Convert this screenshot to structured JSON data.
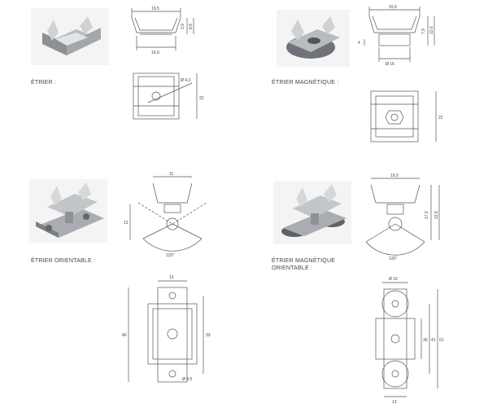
{
  "products": [
    {
      "label": "ÉTRIER :"
    },
    {
      "label": "ÉTRIER MAGNÉTIQUE :"
    },
    {
      "label": "ÉTRIER ORIENTABLE :"
    },
    {
      "label_line1": "ÉTRIER MAGNÉTIQUE",
      "label_line2": "ORIENTABLE :"
    }
  ],
  "dims": {
    "etrier": {
      "top_width": "19,5",
      "height_outer": "8,8",
      "height_inner": "3,9",
      "bottom_width": "16,9",
      "hole": "Ø 4,2",
      "length": "22"
    },
    "etrier_magnetique": {
      "top_width": "19,9",
      "height_outer": "12,6",
      "height_inner": "7,9",
      "small": "4",
      "diameter": "Ø 16",
      "length": "22"
    },
    "etrier_orientable": {
      "top_width": "11",
      "height": "13",
      "angle": "120°",
      "base_width": "13",
      "length": "40",
      "inner": "33",
      "hole": "Ø 4,5"
    },
    "etrier_magnetique_orientable": {
      "top_width": "19,9",
      "height_outer": "22,8",
      "height_inner": "17,9",
      "angle": "120°",
      "diameter": "Ø 16",
      "l1": "30",
      "l2": "41",
      "l3": "61",
      "base_width": "13"
    }
  }
}
